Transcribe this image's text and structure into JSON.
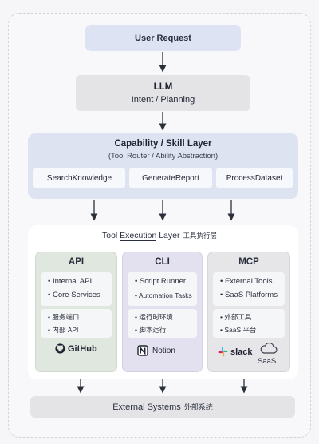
{
  "user_request": "User Request",
  "llm": {
    "title": "LLM",
    "subtitle": "Intent / Planning"
  },
  "capability": {
    "title": "Capability / Skill Layer",
    "subtitle": "(Tool Router / Ability Abstraction)",
    "chips": [
      "SearchKnowledge",
      "GenerateReport",
      "ProcessDataset"
    ]
  },
  "execution": {
    "title_pre": "Tool ",
    "title_u": "Execution",
    "title_post": " Layer",
    "title_cn": "工具执行层"
  },
  "columns": {
    "api": {
      "title": "API",
      "items": [
        "Internal API",
        "Core Services"
      ],
      "items_cn": [
        "服务端口",
        "内部 API"
      ],
      "brand": "GitHub"
    },
    "cli": {
      "title": "CLI",
      "items": [
        "Script Runner",
        "Automation Tasks"
      ],
      "items_cn": [
        "运行时环境",
        "脚本运行"
      ],
      "brand": "Notion"
    },
    "mcp": {
      "title": "MCP",
      "items": [
        "External Tools",
        "SaaS Platforms"
      ],
      "items_cn": [
        "外部工具",
        "SaaS 平台"
      ],
      "brand": "slack",
      "brand2": "SaaS"
    }
  },
  "external": {
    "label": "External Systems",
    "label_cn": "外部系统"
  },
  "colors": {
    "line": "#2b2f3a",
    "accent": "#dee3f1"
  }
}
